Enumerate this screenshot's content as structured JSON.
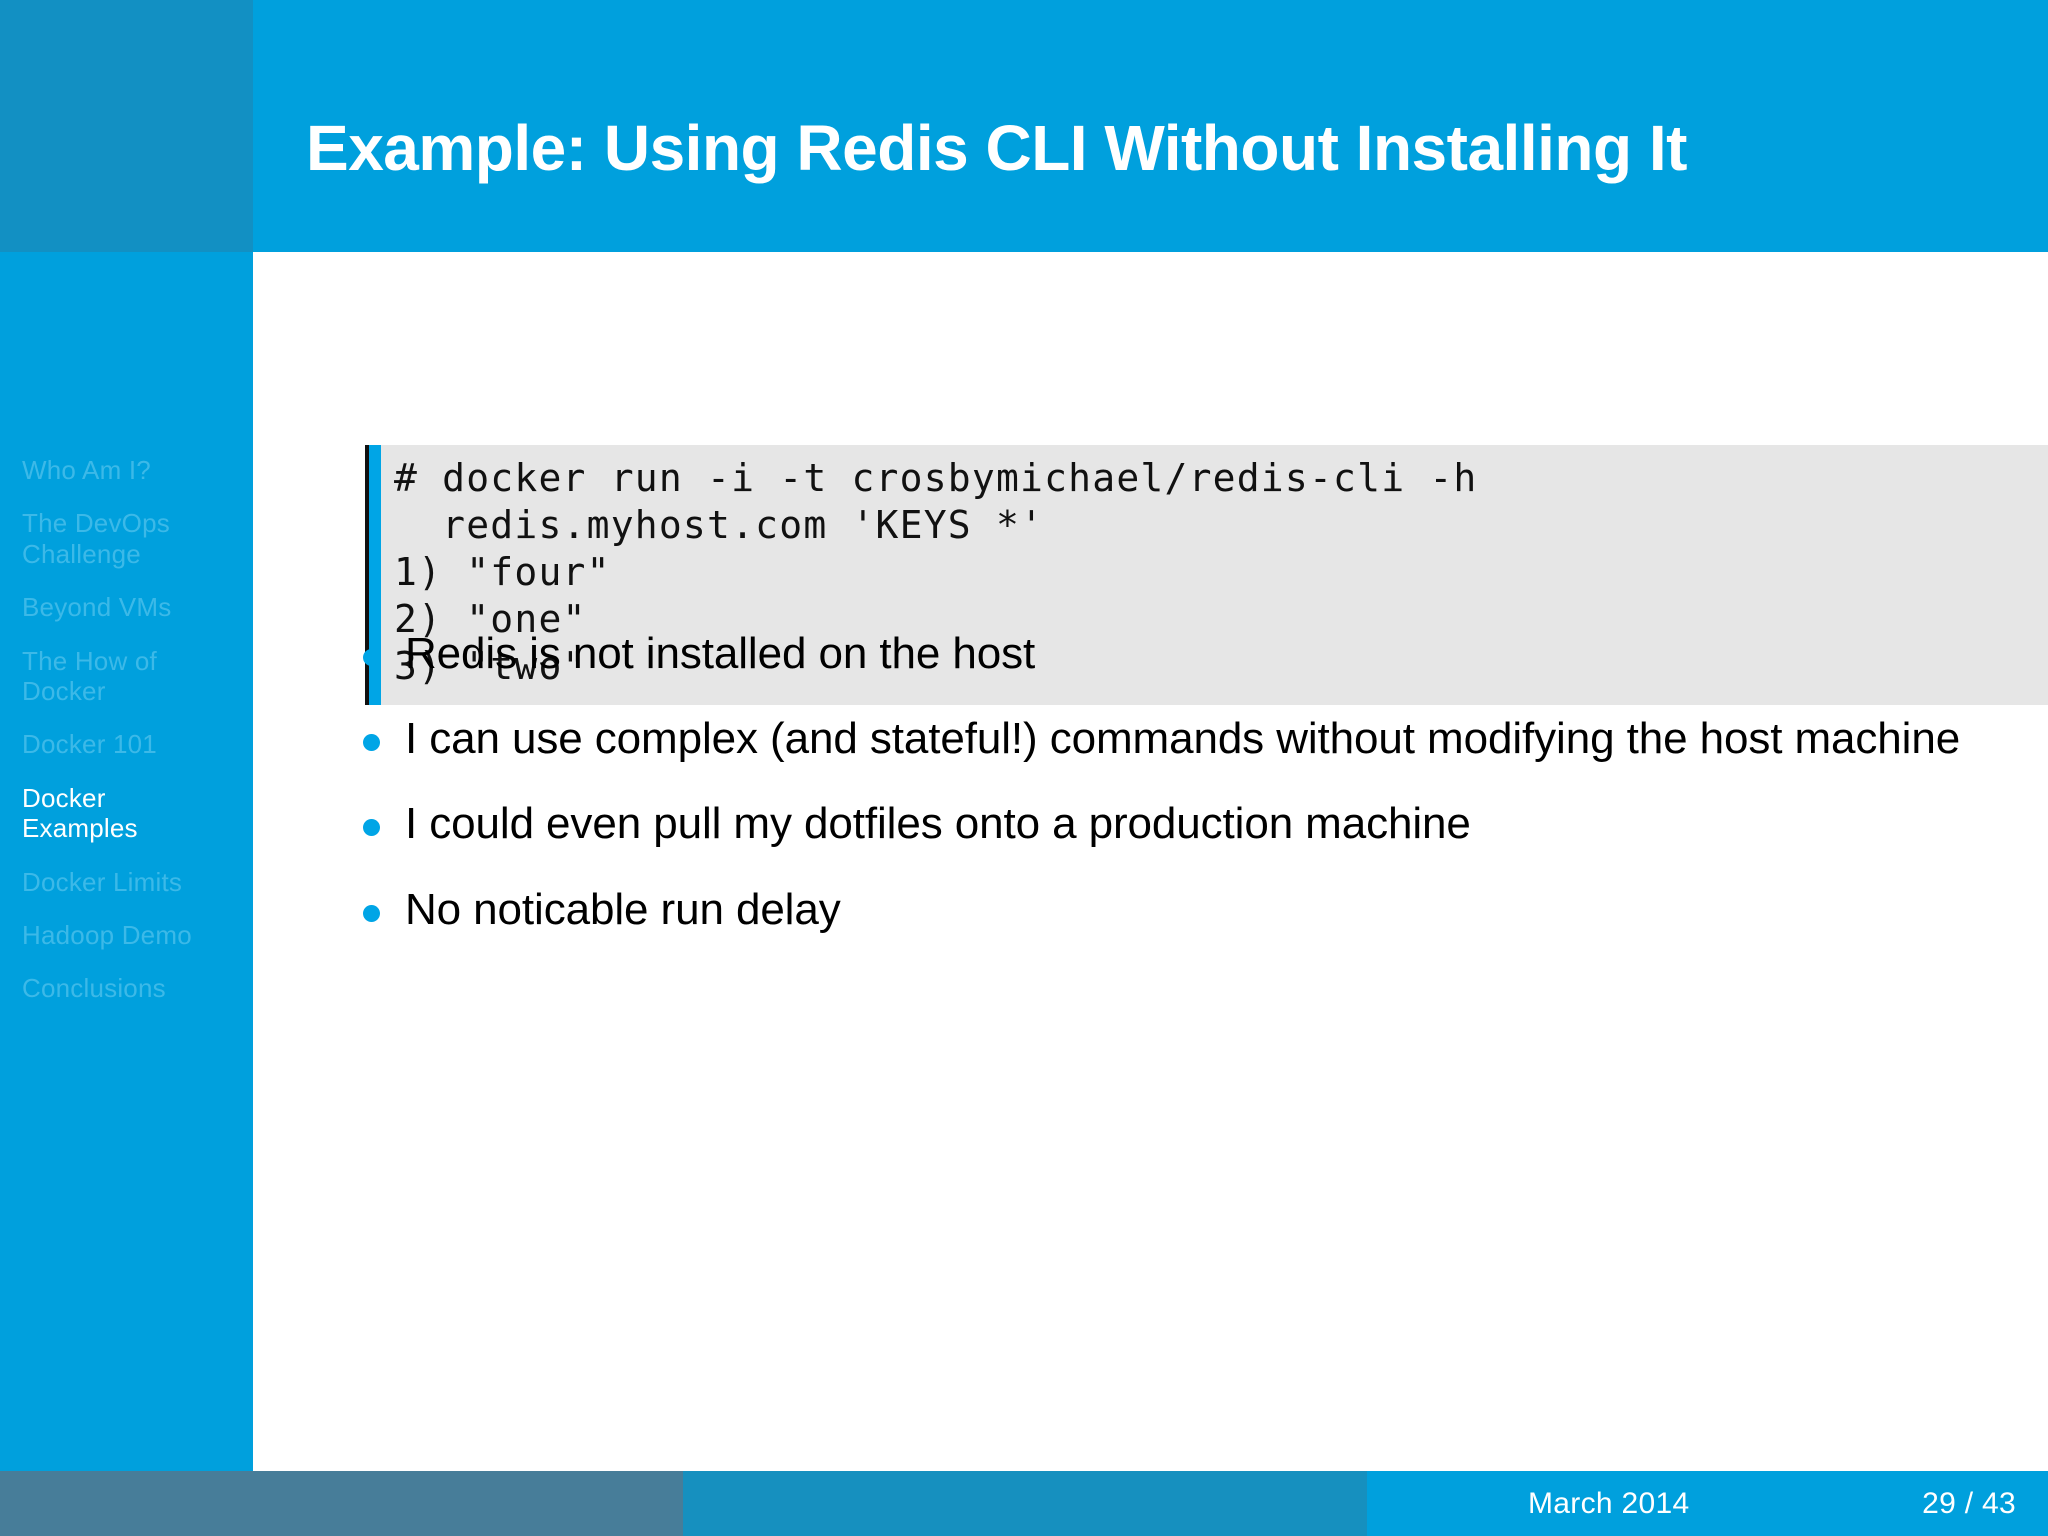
{
  "colors": {
    "brand_blue": "#00a0dd",
    "sidebar_header": "#1290c3",
    "nav_inactive": "#3cb9e8",
    "nav_active": "#ffffff",
    "code_bg": "#e6e6e6",
    "code_accent": "#00a5e6",
    "code_rule": "#111111",
    "bullet_dot": "#00a5e6",
    "footer_seg1": "#477d99",
    "footer_seg2": "#1690bf",
    "footer_seg3": "#00a0dd",
    "body_text": "#000000"
  },
  "header": {
    "title": "Example: Using Redis CLI Without Installing It"
  },
  "sidebar": {
    "items": [
      {
        "label": "Who Am I?",
        "active": false
      },
      {
        "label": "The DevOps\nChallenge",
        "active": false
      },
      {
        "label": "Beyond VMs",
        "active": false
      },
      {
        "label": "The How of\nDocker",
        "active": false
      },
      {
        "label": "Docker 101",
        "active": false
      },
      {
        "label": "Docker\nExamples",
        "active": true
      },
      {
        "label": "Docker Limits",
        "active": false
      },
      {
        "label": "Hadoop Demo",
        "active": false
      },
      {
        "label": "Conclusions",
        "active": false
      }
    ]
  },
  "main": {
    "code_block": {
      "lines": [
        {
          "text": "# docker run -i -t crosbymichael/redis-cli -h",
          "style": "mono-serif"
        },
        {
          "text": "  redis.myhost.com 'KEYS *'",
          "style": "mono-sans"
        },
        {
          "text": "1) \"four\"",
          "style": "mono-sans"
        },
        {
          "text": "2) \"one\"",
          "style": "mono-sans"
        },
        {
          "text": "3) \"two\"",
          "style": "mono-sans"
        }
      ]
    },
    "bullets": [
      "Redis is not installed on the host",
      "I can use complex (and stateful!) commands without modifying the host machine",
      "I could even pull my dotfiles onto a production machine",
      "No noticable run delay"
    ]
  },
  "footer": {
    "date": "March 2014",
    "page": "29 / 43"
  }
}
